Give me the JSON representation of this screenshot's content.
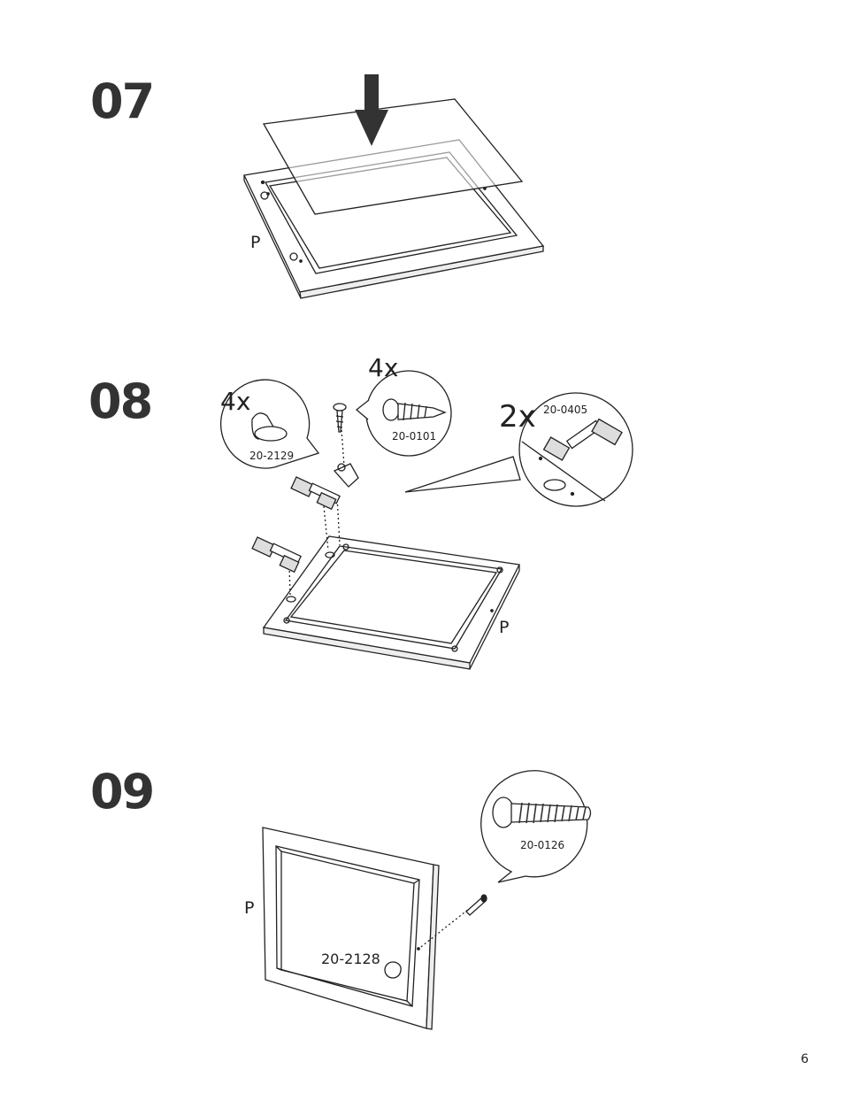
{
  "steps": [
    {
      "number": "07",
      "part_label": "P"
    },
    {
      "number": "08",
      "part_label": "P",
      "callouts": [
        {
          "qty": "4x",
          "code": "20-2129"
        },
        {
          "qty": "4x",
          "code": "20-0101"
        },
        {
          "qty": "2x",
          "code": "20-0405"
        }
      ]
    },
    {
      "number": "09",
      "part_label": "P",
      "knob_code": "20-2128",
      "screw_code": "20-0126"
    }
  ],
  "page_number": "6"
}
